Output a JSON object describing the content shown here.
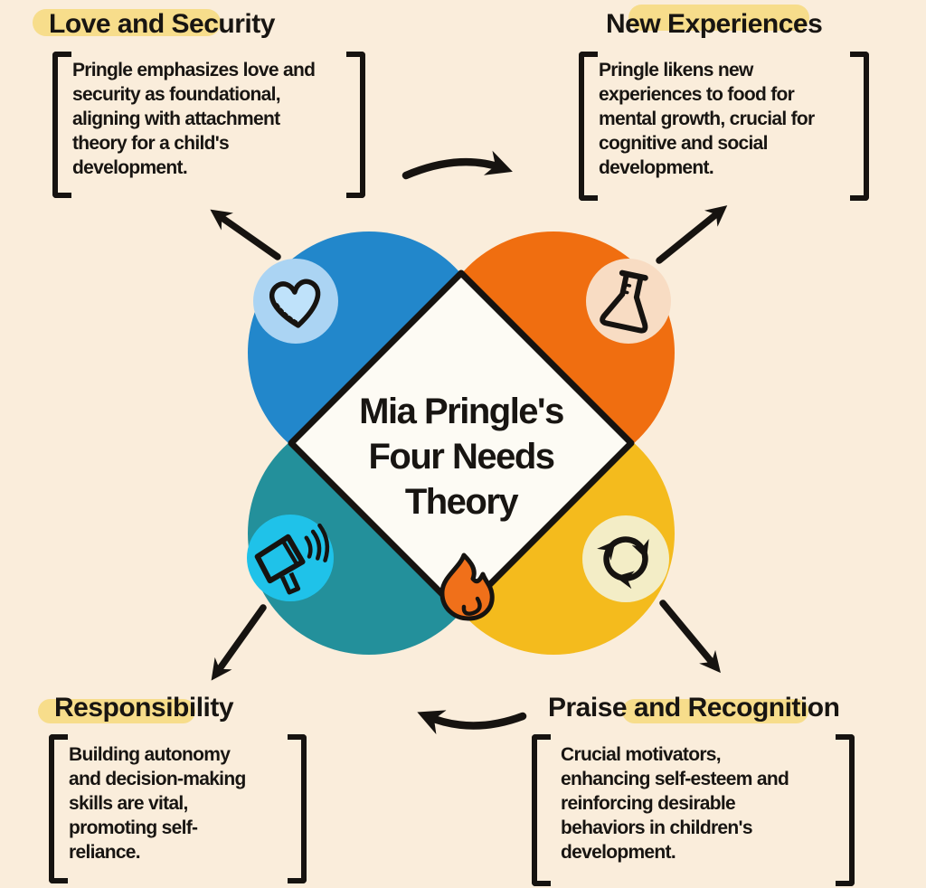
{
  "center": {
    "title_lines": [
      "Mia Pringle's",
      "Four Needs",
      "Theory"
    ],
    "icon": "flame-icon"
  },
  "quadrants": [
    {
      "id": "love-security",
      "title": "Love and Security",
      "body_lines": [
        "Pringle emphasizes love and",
        "security as foundational,",
        "aligning with attachment",
        "theory for a child's",
        "development."
      ],
      "icon": "heart-icon",
      "circle_color": "#2287CB",
      "badge_color": "#ABD4F3"
    },
    {
      "id": "new-experiences",
      "title": "New Experiences",
      "body_lines": [
        "Pringle likens new",
        "experiences to food for",
        "mental growth, crucial for",
        "cognitive and social",
        "development."
      ],
      "icon": "flask-icon",
      "circle_color": "#F06E10",
      "badge_color": "#F8DCC3"
    },
    {
      "id": "responsibility",
      "title": "Responsibility",
      "body_lines": [
        "Building autonomy",
        "and decision-making",
        "skills are vital,",
        "promoting self-",
        "reliance."
      ],
      "icon": "megaphone-icon",
      "circle_color": "#23909B",
      "badge_color": "#1FC2E9"
    },
    {
      "id": "praise-recognition",
      "title": "Praise and Recognition",
      "body_lines": [
        "Crucial motivators,",
        "enhancing self-esteem and",
        "reinforcing desirable",
        "behaviors in children's",
        "development."
      ],
      "icon": "recycle-icon",
      "circle_color": "#F4BB1D",
      "badge_color": "#F3EDC6"
    }
  ],
  "colors": {
    "background": "#FAEDDB",
    "ink": "#161310",
    "highlight": "#F6D97C",
    "diamond_fill": "#FDFBF4",
    "flame": "#F0701A"
  }
}
